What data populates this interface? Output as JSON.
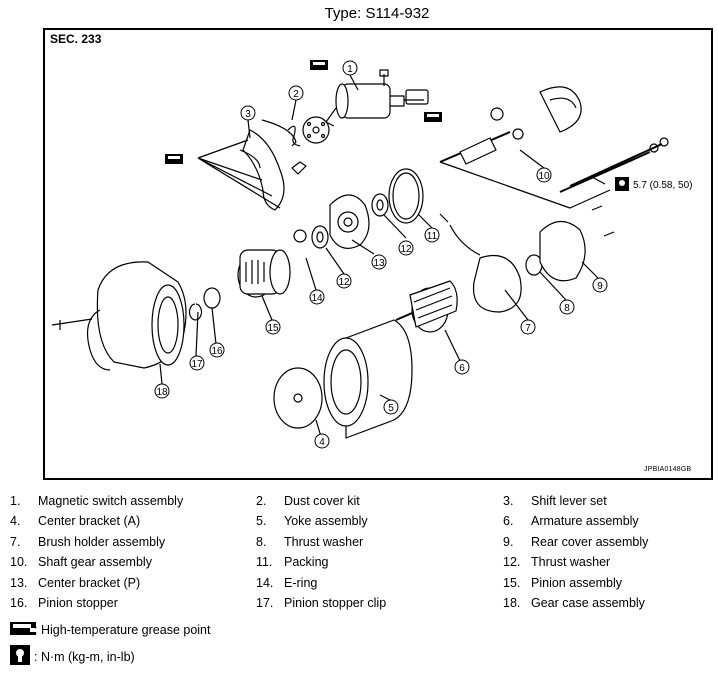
{
  "title": "Type: S114-932",
  "section": "SEC. 233",
  "figure_code": "JPBIA0148GB",
  "torque_value": "5.7 (0.58, 50)",
  "callouts": [
    "1",
    "2",
    "3",
    "4",
    "5",
    "6",
    "7",
    "8",
    "9",
    "10",
    "11",
    "12",
    "12",
    "13",
    "14",
    "15",
    "16",
    "17",
    "18"
  ],
  "legend": [
    {
      "num": "1.",
      "label": "Magnetic switch assembly"
    },
    {
      "num": "2.",
      "label": "Dust cover kit"
    },
    {
      "num": "3.",
      "label": "Shift lever set"
    },
    {
      "num": "4.",
      "label": "Center bracket (A)"
    },
    {
      "num": "5.",
      "label": "Yoke assembly"
    },
    {
      "num": "6.",
      "label": "Armature assembly"
    },
    {
      "num": "7.",
      "label": "Brush holder assembly"
    },
    {
      "num": "8.",
      "label": "Thrust washer"
    },
    {
      "num": "9.",
      "label": "Rear cover assembly"
    },
    {
      "num": "10.",
      "label": "Shaft gear assembly"
    },
    {
      "num": "11.",
      "label": "Packing"
    },
    {
      "num": "12.",
      "label": "Thrust washer"
    },
    {
      "num": "13.",
      "label": "Center bracket (P)"
    },
    {
      "num": "14.",
      "label": "E-ring"
    },
    {
      "num": "15.",
      "label": "Pinion assembly"
    },
    {
      "num": "16.",
      "label": "Pinion stopper"
    },
    {
      "num": "17.",
      "label": "Pinion stopper clip"
    },
    {
      "num": "18.",
      "label": "Gear case assembly"
    }
  ],
  "notes": {
    "grease": ": High-temperature grease point",
    "torque_unit": ": N·m (kg-m, in-lb)"
  },
  "icons": [
    "grease-point-icon",
    "torque-wrench-icon"
  ]
}
